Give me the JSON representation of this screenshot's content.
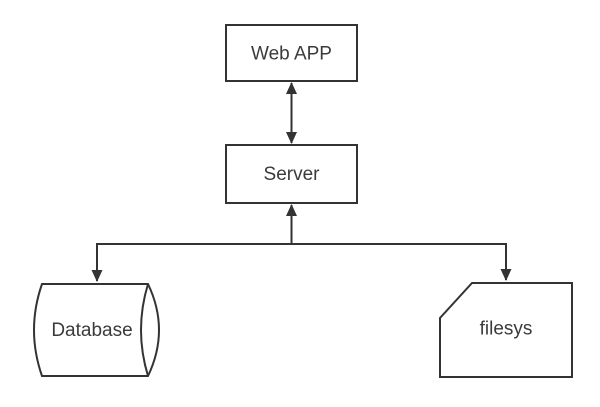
{
  "diagram": {
    "colors": {
      "background": "#ffffff",
      "stroke": "#333333",
      "shape_fill": "#ffffff",
      "text": "#3b3b3b"
    },
    "nodes": {
      "web_app": {
        "label": "Web APP",
        "shape": "rectangle"
      },
      "server": {
        "label": "Server",
        "shape": "rectangle"
      },
      "database": {
        "label": "Database",
        "shape": "stored-data-cylinder"
      },
      "filesys": {
        "label": "filesys",
        "shape": "card-cut-corner"
      }
    },
    "edges": [
      {
        "between": [
          "web_app",
          "server"
        ],
        "arrowheads": [
          "web_app",
          "server"
        ]
      },
      {
        "between": [
          "server",
          "database",
          "filesys"
        ],
        "arrowheads": [
          "server",
          "database",
          "filesys"
        ]
      }
    ]
  }
}
